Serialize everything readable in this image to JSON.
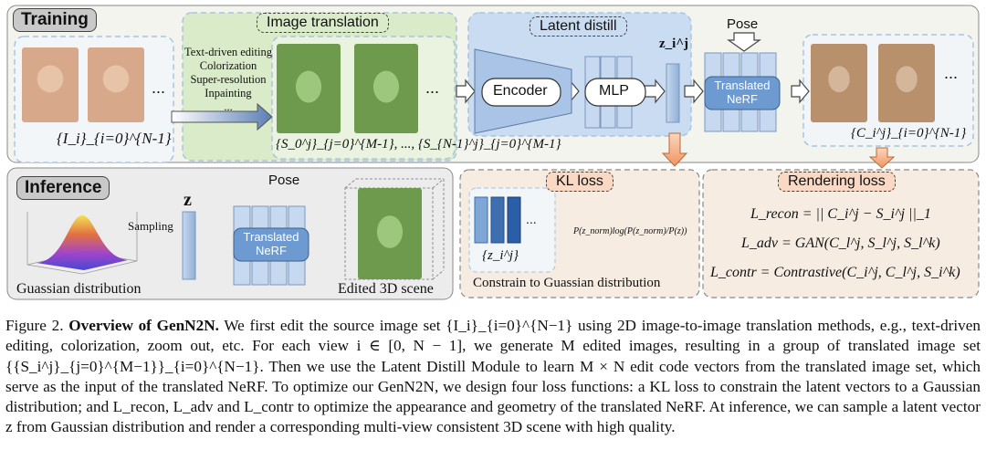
{
  "training": {
    "label": "Training",
    "input_images_label": "{I_i}_{i=0}^{N-1}",
    "translation_methods": [
      "Text-driven editing",
      "Colorization",
      "Super-resolution",
      "Inpainting",
      "..."
    ],
    "image_translation_label": "Image translation",
    "translated_set_label": "{S_0^j}_{j=0}^{M-1}, ..., {S_{N-1}^j}_{j=0}^{M-1}",
    "latent_distill_label": "Latent distill",
    "encoder_label": "Encoder",
    "mlp_label": "MLP",
    "latent_label": "z_i^j",
    "pose_label": "Pose",
    "nerf_label_line1": "Translated",
    "nerf_label_line2": "NeRF",
    "rendered_label": "{C_i^j}_{i=0}^{N-1}",
    "ellipsis": "..."
  },
  "kl_loss": {
    "title": "KL loss",
    "latent_stack_label": "{z_i^j}",
    "formula": "P(z_norm)log(P(z_norm)/P(z))",
    "caption": "Constrain to Guassian distribution"
  },
  "rendering_loss": {
    "title": "Rendering loss",
    "recon": "L_recon = || C_i^j − S_i^j ||_1",
    "adv": "L_adv = GAN(C_l^j, S_l^j, S_l^k)",
    "contr": "L_contr = Contrastive(C_i^j, C_l^j, S_i^k)"
  },
  "inference": {
    "label": "Inference",
    "distribution_label": "Guassian distribution",
    "sampling_label": "Sampling",
    "z_label": "z",
    "pose_label": "Pose",
    "nerf_label_line1": "Translated",
    "nerf_label_line2": "NeRF",
    "output_label": "Edited 3D scene"
  },
  "caption": {
    "figure_label": "Figure 2.",
    "title": "Overview of GenN2N.",
    "text": "We first edit the source image set {I_i}_{i=0}^{N−1} using 2D image-to-image translation methods, e.g., text-driven editing, colorization, zoom out, etc. For each view i ∈ [0, N − 1], we generate M edited images, resulting in a group of translated image set {{S_i^j}_{j=0}^{M−1}}_{i=0}^{N−1}. Then we use the Latent Distill Module to learn M × N edit code vectors from the translated image set, which serve as the input of the translated NeRF. To optimize our GenN2N, we design four loss functions: a KL loss to constrain the latent vectors to a Gaussian distribution; and L_recon, L_adv and L_contr to optimize the appearance and geometry of the translated NeRF. At inference, we can sample a latent vector z from Gaussian distribution and render a corresponding multi-view consistent 3D scene with high quality."
  },
  "colors": {
    "training_bg": "#f3f4ee",
    "translation_bg": "#d9ebc9",
    "latent_bg": "#c9dcf2",
    "encoder_fill": "#a9c4e6",
    "nerf_fill": "#c6d9f0",
    "kl_bg": "#f6ece2",
    "pill_bg": "#f9d9c4",
    "arrow_orange": "#f2a477",
    "latent_blue": "#3d6fb1"
  }
}
